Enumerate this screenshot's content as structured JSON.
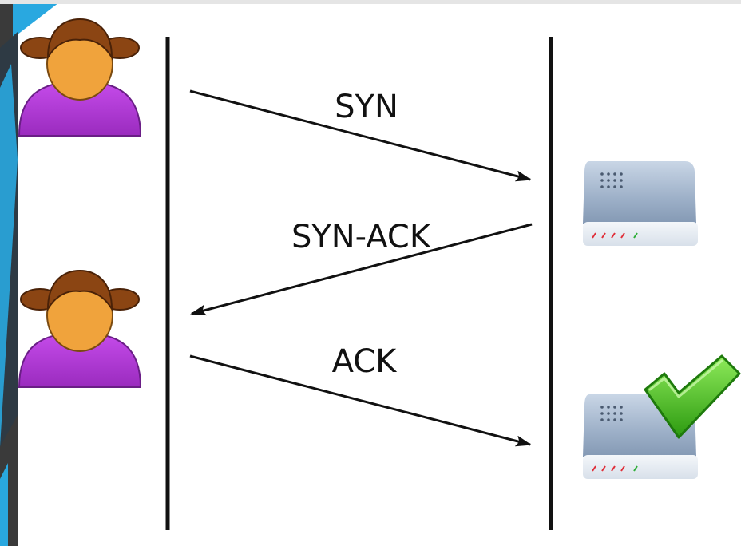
{
  "diagram": {
    "messages": [
      {
        "label": "SYN",
        "direction": "client-to-server"
      },
      {
        "label": "SYN-ACK",
        "direction": "server-to-client"
      },
      {
        "label": "ACK",
        "direction": "client-to-server"
      }
    ],
    "participants": {
      "client": {
        "icon": "person-icon"
      },
      "server": {
        "icon": "server-icon"
      }
    },
    "status_icon": "checkmark-icon",
    "colors": {
      "accent_blue": "#29A8E0",
      "frame_dark": "#3A3A3A",
      "hair": "#8B4513",
      "face": "#F0A33C",
      "shirt": "#B23AD8",
      "check": "#3DBB1A"
    }
  }
}
